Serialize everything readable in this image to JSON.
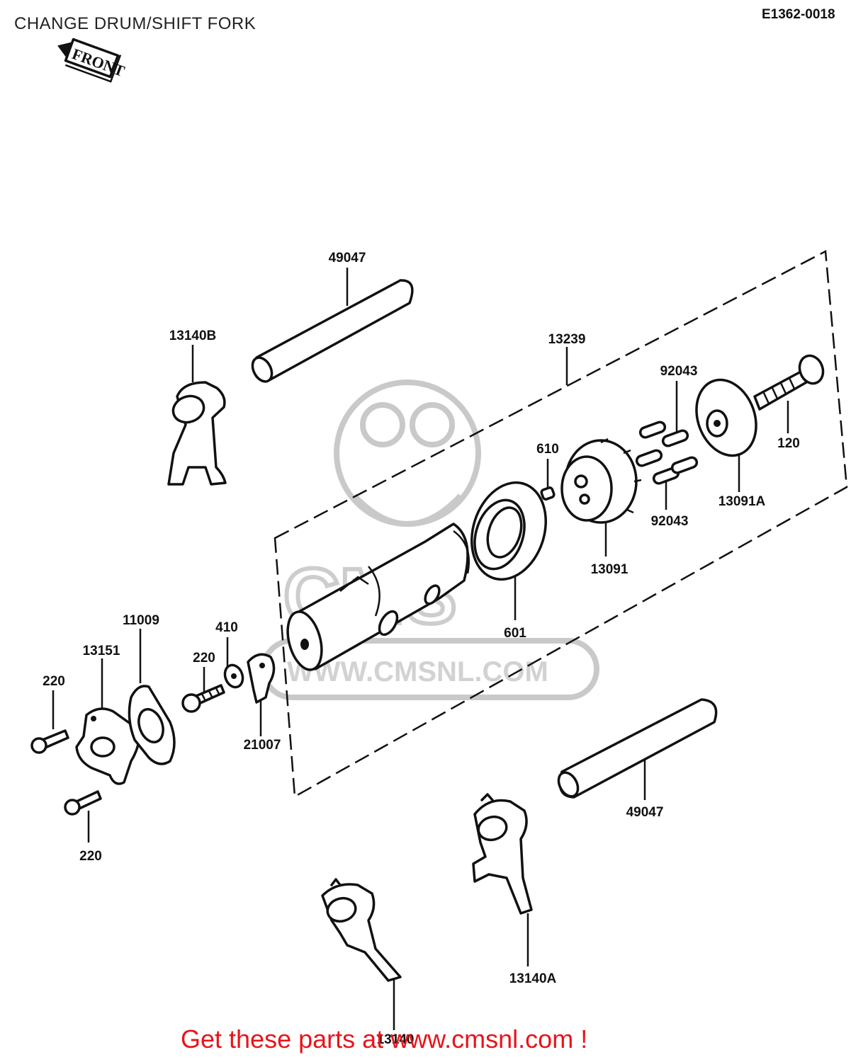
{
  "header": {
    "title": "CHANGE DRUM/SHIFT FORK",
    "diagram_code": "E1362-0018"
  },
  "front_arrow": {
    "label": "FRONT"
  },
  "watermark": {
    "url": "WWW.CMSNL.COM"
  },
  "parts": [
    {
      "number": "49047"
    },
    {
      "number": "13140B"
    },
    {
      "number": "13239"
    },
    {
      "number": "92043"
    },
    {
      "number": "120"
    },
    {
      "number": "610"
    },
    {
      "number": "92043"
    },
    {
      "number": "13091A"
    },
    {
      "number": "13091"
    },
    {
      "number": "601"
    },
    {
      "number": "11009"
    },
    {
      "number": "410"
    },
    {
      "number": "13151"
    },
    {
      "number": "220"
    },
    {
      "number": "220"
    },
    {
      "number": "21007"
    },
    {
      "number": "220"
    },
    {
      "number": "49047"
    },
    {
      "number": "13140A"
    },
    {
      "number": "13140"
    }
  ],
  "footer": {
    "promo_text": "Get these parts at www.cmsnl.com !",
    "color": "#e8141a"
  }
}
